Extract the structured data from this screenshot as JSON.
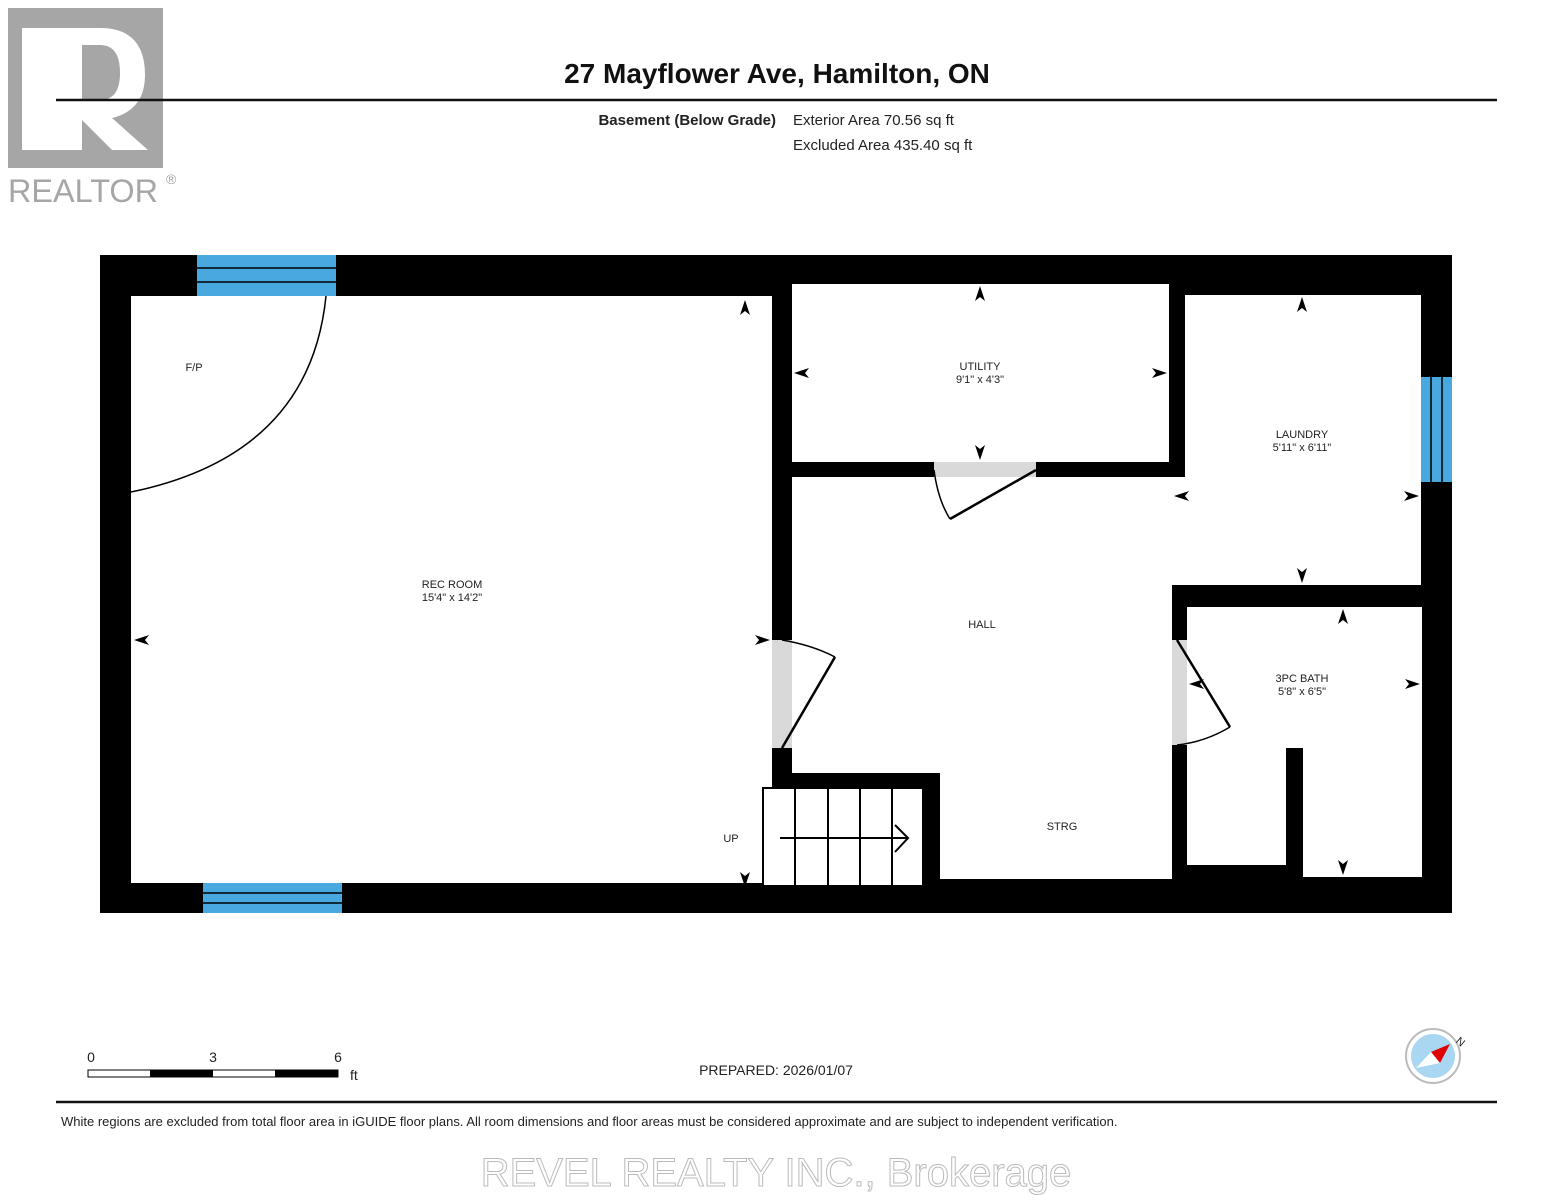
{
  "logo": {
    "text": "REALTOR",
    "mark": "®"
  },
  "header": {
    "title": "27 Mayflower Ave, Hamilton, ON",
    "level": "Basement (Below Grade)",
    "exterior_area": "Exterior Area 70.56 sq ft",
    "excluded_area": "Excluded Area 435.40 sq ft"
  },
  "rooms": {
    "rec_room": {
      "name": "REC ROOM",
      "dims": "15'4\" x 14'2\""
    },
    "utility": {
      "name": "UTILITY",
      "dims": "9'1\" x 4'3\""
    },
    "laundry": {
      "name": "LAUNDRY",
      "dims": "5'11\" x 6'11\""
    },
    "hall": {
      "name": "HALL"
    },
    "bath": {
      "name": "3PC BATH",
      "dims": "5'8\" x 6'5\""
    },
    "storage": {
      "name": "STRG"
    },
    "fireplace": {
      "name": "F/P"
    },
    "stairs": {
      "name": "UP"
    }
  },
  "colors": {
    "wall": "#000000",
    "window": "#4aa8e0",
    "door": "#d9d9d9",
    "compass_fill": "#a9d6f0",
    "compass_needle": "#e00000"
  },
  "scale": {
    "ticks": [
      "0",
      "3",
      "6"
    ],
    "unit": "ft"
  },
  "prepared": "PREPARED: 2026/01/07",
  "compass": {
    "north_label": "N"
  },
  "footer": {
    "disclaimer": "White regions are excluded from total floor area in iGUIDE floor plans. All room dimensions and floor areas must be considered approximate and are subject to independent verification.",
    "watermark": "REVEL REALTY INC., Brokerage"
  }
}
